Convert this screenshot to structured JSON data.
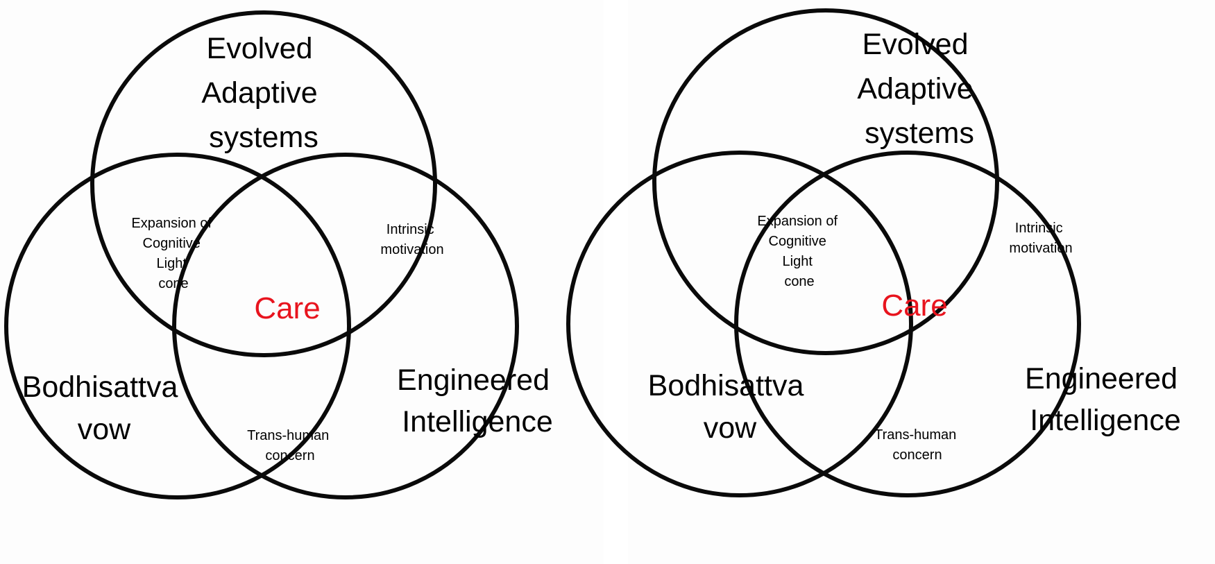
{
  "diagram": {
    "panels": [
      {
        "id": "left",
        "sets": [
          {
            "id": "top",
            "lines": [
              "Evolved",
              "Adaptive",
              "systems"
            ]
          },
          {
            "id": "left",
            "lines": [
              "Bodhisattva",
              "vow"
            ]
          },
          {
            "id": "right",
            "lines": [
              "Engineered",
              "Intelligence"
            ]
          }
        ],
        "overlaps": [
          {
            "id": "top-left",
            "lines": [
              "Expansion of",
              "Cognitive",
              "Light",
              "cone"
            ]
          },
          {
            "id": "top-right",
            "lines": [
              "Intrinsic",
              "motivation"
            ]
          },
          {
            "id": "left-right",
            "lines": [
              "Trans-human",
              "concern"
            ]
          }
        ],
        "center": {
          "label": "Care",
          "color": "#e8141e"
        }
      },
      {
        "id": "right",
        "sets": [
          {
            "id": "top",
            "lines": [
              "Evolved",
              "Adaptive",
              "systems"
            ]
          },
          {
            "id": "left",
            "lines": [
              "Bodhisattva",
              "vow"
            ]
          },
          {
            "id": "right",
            "lines": [
              "Engineered",
              "Intelligence"
            ]
          }
        ],
        "overlaps": [
          {
            "id": "top-left",
            "lines": [
              "Expansion of",
              "Cognitive",
              "Light",
              "cone"
            ]
          },
          {
            "id": "top-right",
            "lines": [
              "Intrinsic",
              "motivation"
            ]
          },
          {
            "id": "left-right",
            "lines": [
              "Trans-human",
              "concern"
            ]
          }
        ],
        "center": {
          "label": "Care",
          "color": "#e8141e"
        }
      }
    ],
    "colors": {
      "stroke": "#0a0a0a",
      "text": "#000000",
      "center": "#e8141e",
      "background": "#ffffff"
    }
  }
}
